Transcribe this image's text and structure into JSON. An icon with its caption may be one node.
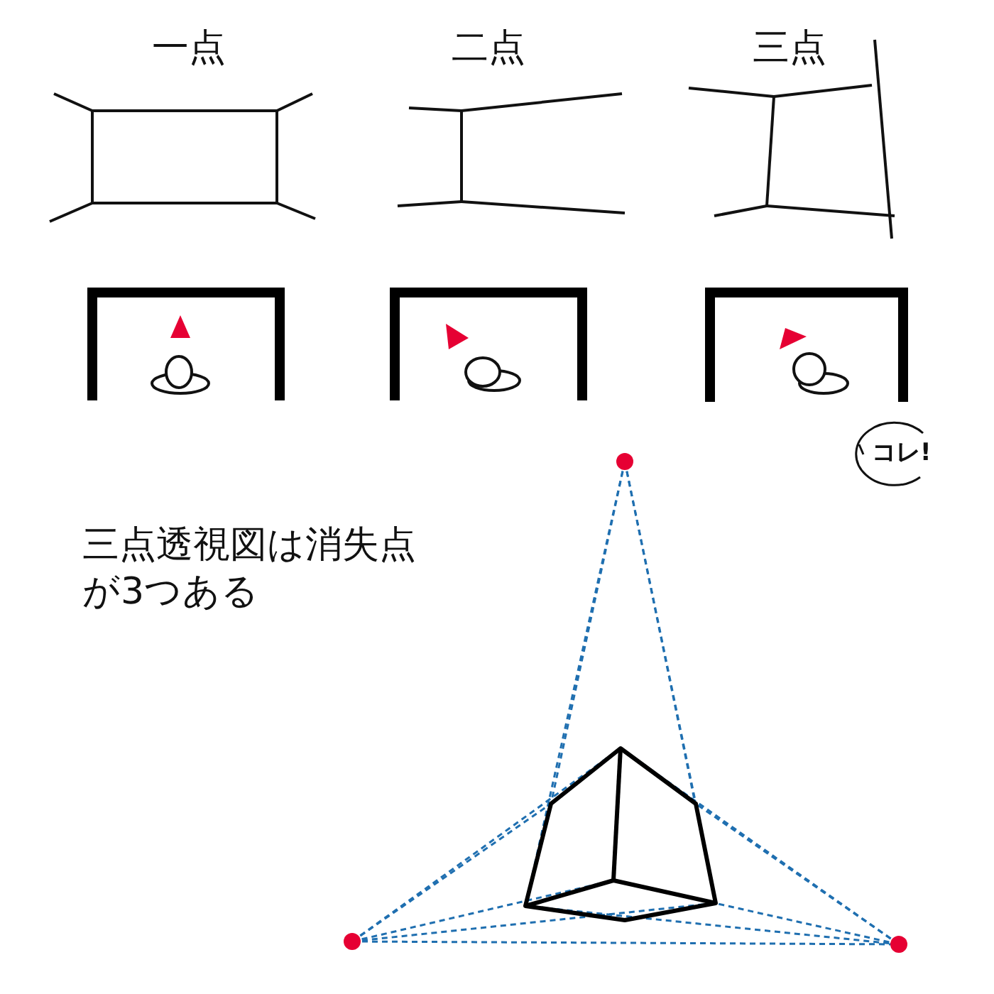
{
  "diagram": {
    "nodes": [
      {
        "text": [
          "コレ!"
        ]
      }
    ],
    "labels": [
      "一点",
      "二点",
      "三点",
      "三点透視図は消失点が3つある"
    ]
  }
}
